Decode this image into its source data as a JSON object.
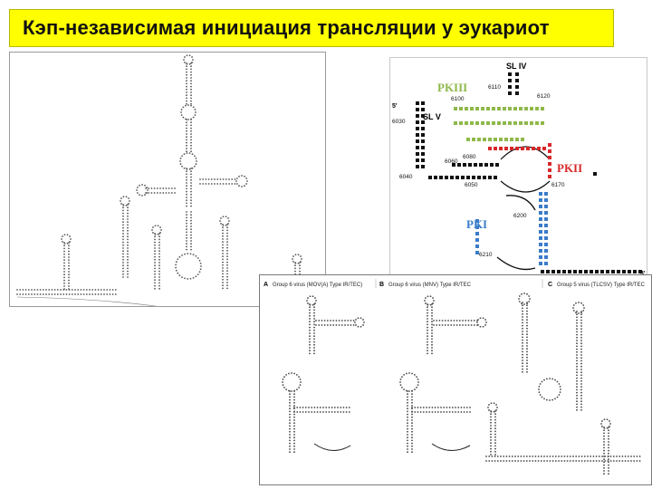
{
  "title": "Кэп-независимая инициация трансляции у эукариот",
  "ires_panel": {
    "domains": {
      "sl4": "SL IV",
      "sl5": "SL V",
      "pk1": "PKI",
      "pk2": "PKII",
      "pk3": "PKIII"
    },
    "end5": "5'",
    "end3": "3'",
    "positions": [
      "6110",
      "6120",
      "6100",
      "6030",
      "6060",
      "6080",
      "6040",
      "6050",
      "6170",
      "6200",
      "6210"
    ],
    "colors": {
      "pk1": "#3a7cc9",
      "pk2": "#d8282a",
      "pk3": "#8fb84a",
      "neutral": "#111111"
    }
  },
  "bottom_panel": {
    "section_a": "A",
    "section_b": "B",
    "section_c": "C",
    "header_a": "Group 6 virus  (MOV(A) Type IR/TEC)",
    "header_b": "Group 6 virus  (MNV) Type IR/TEC",
    "header_c": "Group 5 virus  (TLCSV) Type IR/TEC"
  }
}
